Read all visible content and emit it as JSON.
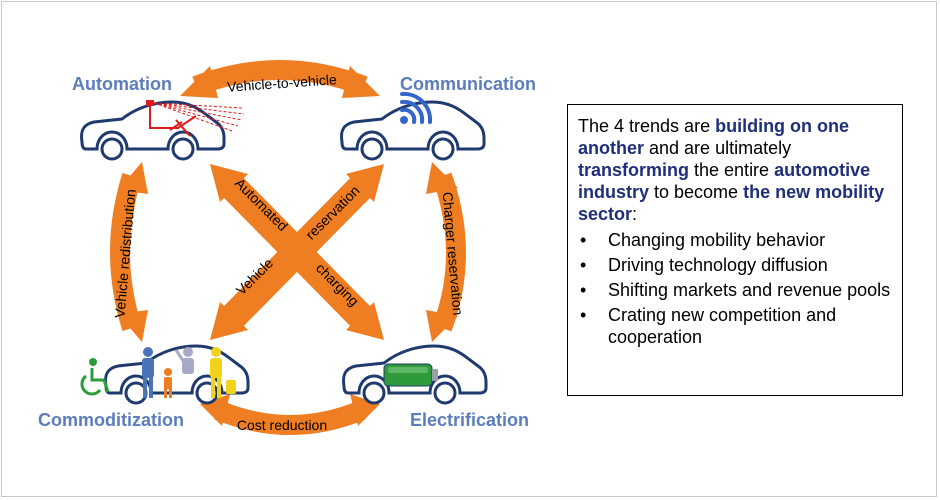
{
  "trends": {
    "automation": "Automation",
    "communication": "Communication",
    "commoditization": "Commoditization",
    "electrification": "Electrification"
  },
  "arrows": {
    "top": "Vehicle-to-vehicle",
    "left": "Vehicle redistribution",
    "right": "Charger reservation",
    "bottom": "Cost reduction",
    "diag_a_part1": "Automated",
    "diag_a_part2": "charging",
    "diag_b_part1": "reservation",
    "diag_b_part2": "Vehicle"
  },
  "info": {
    "t1": "The 4 trends are ",
    "h1": "building on one another",
    "t2": " and are ultimately ",
    "h2": "transforming",
    "t3": " the entire ",
    "h3": "automotive industry",
    "t4": " to become ",
    "h4": "the new mobility sector",
    "t5": ":",
    "bullet_symbol": "•",
    "bullets": [
      "Changing mobility behavior",
      "Driving technology diffusion",
      "Shifting markets and revenue pools",
      "Crating new competition and cooperation"
    ]
  },
  "colors": {
    "arrow": "#ef7d22",
    "car_outline": "#1f3a6e",
    "trend_label": "#5b7dbd",
    "highlight": "#1f2f7a",
    "battery": "#2e9a3a",
    "sensor": "#e01b1b",
    "wifi": "#3366cc",
    "wheelchair": "#2a9d3a",
    "person_blue": "#4a73b8",
    "person_orange": "#ef7d22",
    "person_grey": "#a8a8c8",
    "person_yellow": "#f2d21b"
  }
}
